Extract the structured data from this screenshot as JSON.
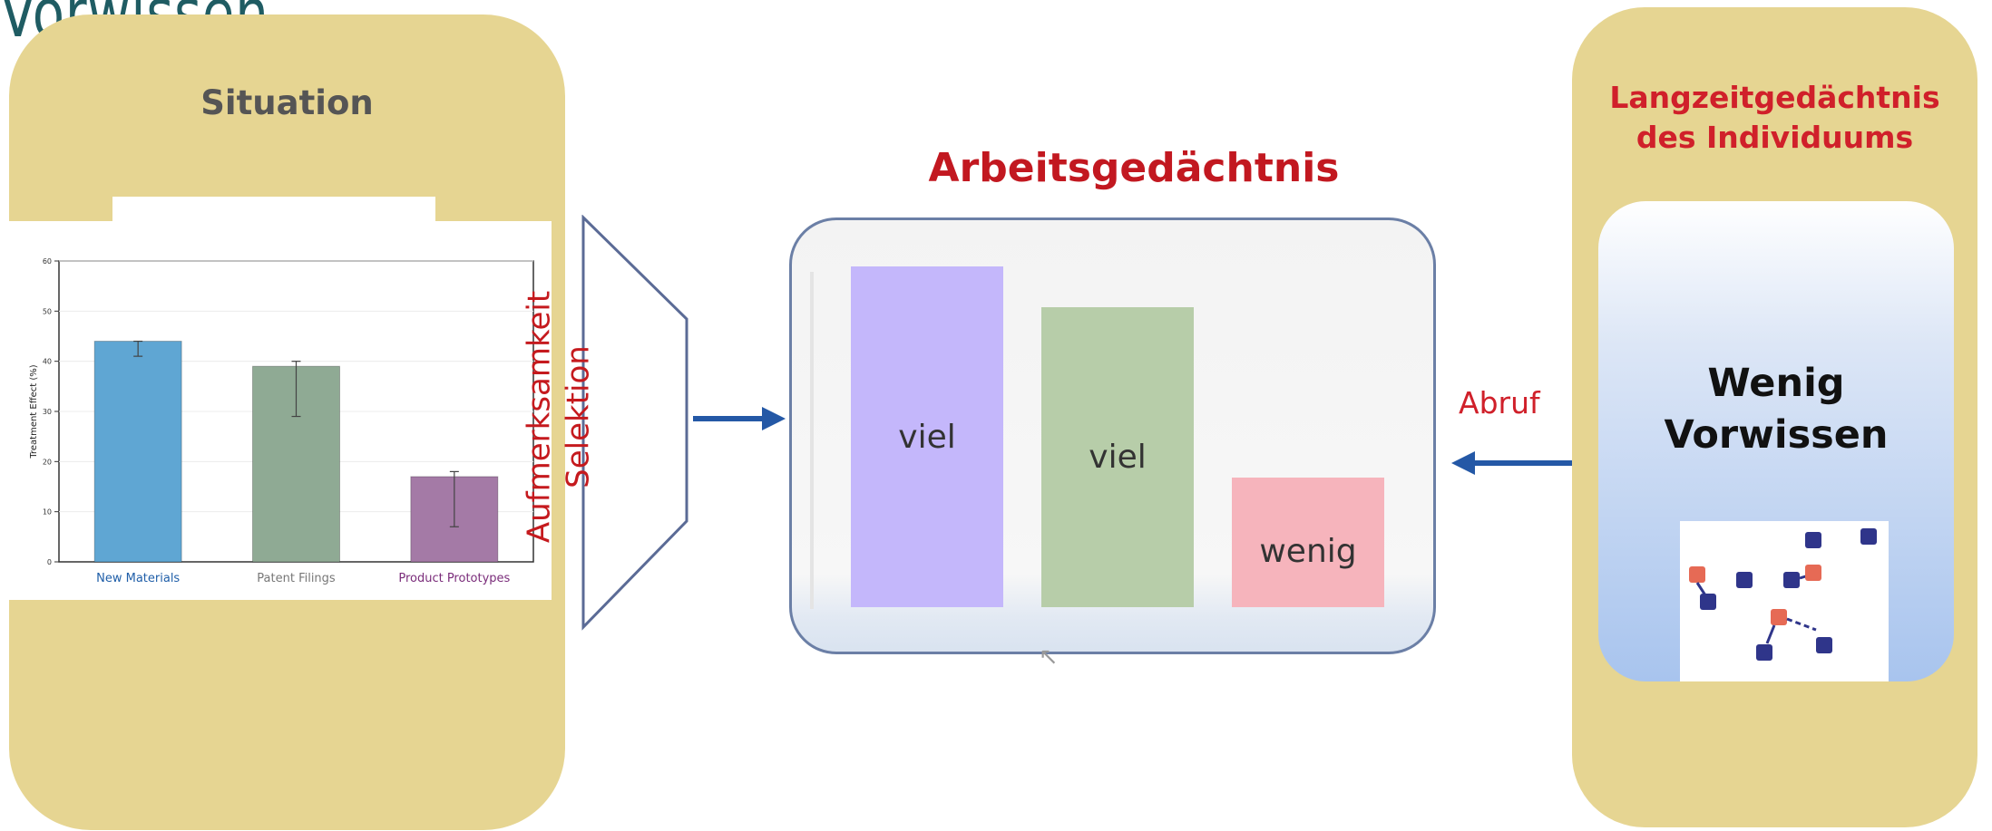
{
  "page_title": "Vorwissen",
  "situation": {
    "heading": "Situation",
    "chart_data": {
      "type": "bar",
      "categories": [
        "New Materials",
        "Patent Filings",
        "Product Prototypes"
      ],
      "values": [
        44,
        39,
        17
      ],
      "error_low": [
        41,
        29,
        7
      ],
      "error_high": [
        44,
        40,
        18
      ],
      "ylabel": "Treatment Effect (%)",
      "ylim": [
        0,
        60
      ],
      "yticks": [
        0,
        10,
        20,
        30,
        40,
        50,
        60
      ],
      "grid": true,
      "colors": [
        "#5fa6d3",
        "#8faa94",
        "#a47aa6"
      ],
      "label_colors": [
        "#1f5ea8",
        "#777777",
        "#7a2c7a"
      ]
    }
  },
  "attention": {
    "line1": "Aufmerksamkeit",
    "line2": "Selektion"
  },
  "working_memory": {
    "heading": "Arbeitsgedächtnis",
    "bars": [
      {
        "label": "viel",
        "level": 1.0,
        "color": "#c4b7fb"
      },
      {
        "label": "viel",
        "level": 0.88,
        "color": "#b7cda9"
      },
      {
        "label": "wenig",
        "level": 0.38,
        "color": "#f6b4bc"
      }
    ]
  },
  "long_term_memory": {
    "heading_line1": "Langzeitgedächtnis",
    "heading_line2": "des Individuums",
    "label_line1": "Wenig",
    "label_line2": "Vorwissen",
    "network": {
      "node_colors": {
        "concept": "#2f358a",
        "linked": "#e66a55"
      }
    }
  },
  "retrieval": {
    "label": "Abruf"
  },
  "colors": {
    "panel": "#e6d592",
    "arrow": "#2458a6",
    "heading_red": "#c21820",
    "title_teal": "#1f5c63"
  }
}
